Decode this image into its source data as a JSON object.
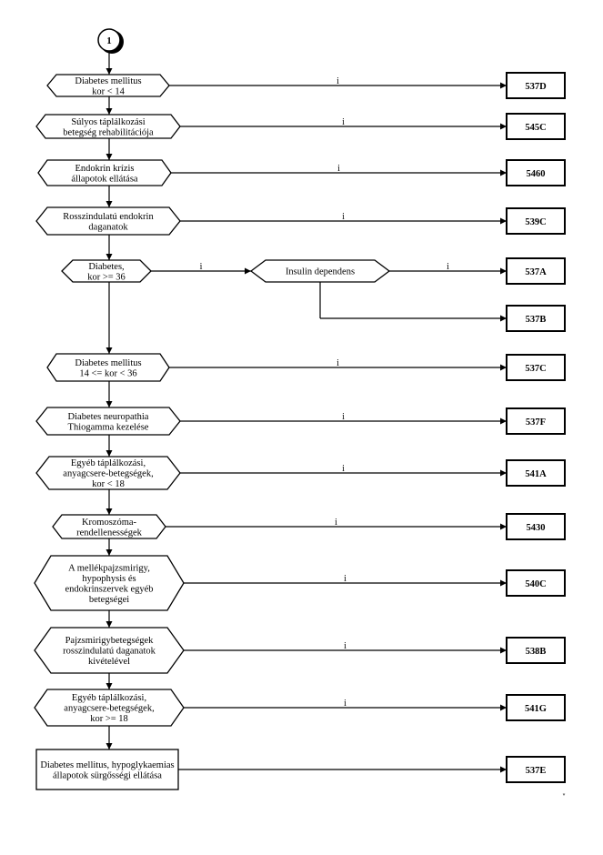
{
  "start": {
    "label": "1"
  },
  "edge_label": "i",
  "rows": [
    {
      "lines": [
        "Diabetes mellitus",
        "kor < 14"
      ],
      "code": "537D"
    },
    {
      "lines": [
        "Súlyos táplálkozási",
        "betegség rehabilitációja"
      ],
      "code": "545C"
    },
    {
      "lines": [
        "Endokrin krízis",
        "állapotok ellátása"
      ],
      "code": "5460"
    },
    {
      "lines": [
        "Rosszindulatú endokrin",
        "daganatok"
      ],
      "code": "539C"
    },
    {
      "lines": [
        "Diabetes,",
        "kor >= 36"
      ],
      "code": ""
    },
    {
      "lines": [
        "Diabetes mellitus",
        "14 <= kor < 36"
      ],
      "code": "537C"
    },
    {
      "lines": [
        "Diabetes neuropathia",
        "Thiogamma kezelése"
      ],
      "code": "537F"
    },
    {
      "lines": [
        "Egyéb táplálkozási,",
        "anyagcsere-betegségek,",
        "kor < 18"
      ],
      "code": "541A"
    },
    {
      "lines": [
        "Kromoszóma-",
        "rendellenességek"
      ],
      "code": "5430"
    },
    {
      "lines": [
        "A mellékpajzsmirigy,",
        "hypophysis és",
        "endokrinszervek egyéb",
        "betegségei"
      ],
      "code": "540C"
    },
    {
      "lines": [
        "Pajzsmirigybetegségek",
        "rosszindulatú daganatok",
        "kivételével"
      ],
      "code": "538B"
    },
    {
      "lines": [
        "Egyéb táplálkozási,",
        "anyagcsere-betegségek,",
        "kor >= 18"
      ],
      "code": "541G"
    },
    {
      "lines": [
        "Diabetes mellitus, hypoglykaemias",
        "állapotok sürgősségi ellátása"
      ],
      "code": "537E"
    }
  ],
  "insulin": {
    "lines": [
      "Insulin dependens"
    ],
    "code_yes": "537A",
    "code_no": "537B"
  },
  "corner_mark": "\""
}
